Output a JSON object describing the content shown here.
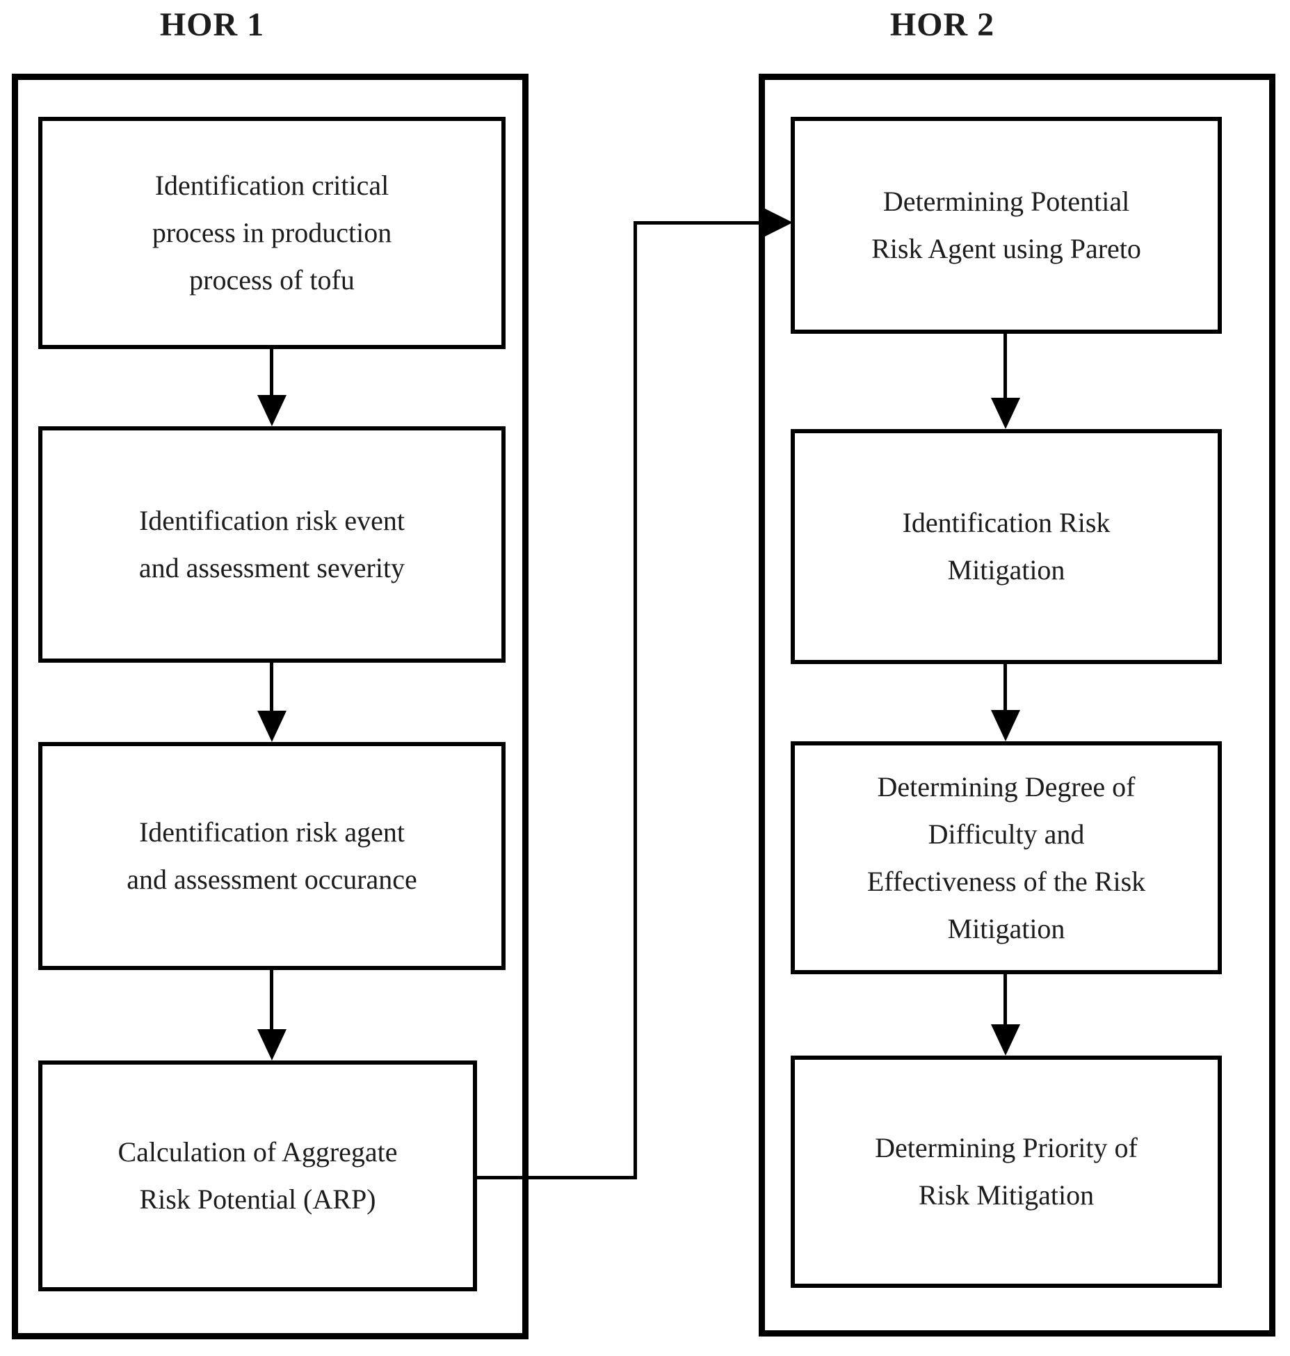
{
  "diagram": {
    "columns": [
      {
        "title": "HOR 1",
        "boxes": [
          {
            "label": "Identification critical process in production process of tofu"
          },
          {
            "label": "Identification risk event and assessment severity"
          },
          {
            "label": "Identification risk agent and assessment occurance"
          },
          {
            "label": "Calculation of Aggregate Risk Potential (ARP)"
          }
        ]
      },
      {
        "title": "HOR 2",
        "boxes": [
          {
            "label": "Determining Potential Risk Agent using Pareto"
          },
          {
            "label": "Identification Risk Mitigation"
          },
          {
            "label": "Determining Degree of Difficulty and Effectiveness of the Risk Mitigation"
          },
          {
            "label": "Determining Priority of Risk Mitigation"
          }
        ]
      }
    ],
    "colors": {
      "line": "#000000",
      "text": "#1c1c1c",
      "background": "#ffffff"
    }
  }
}
